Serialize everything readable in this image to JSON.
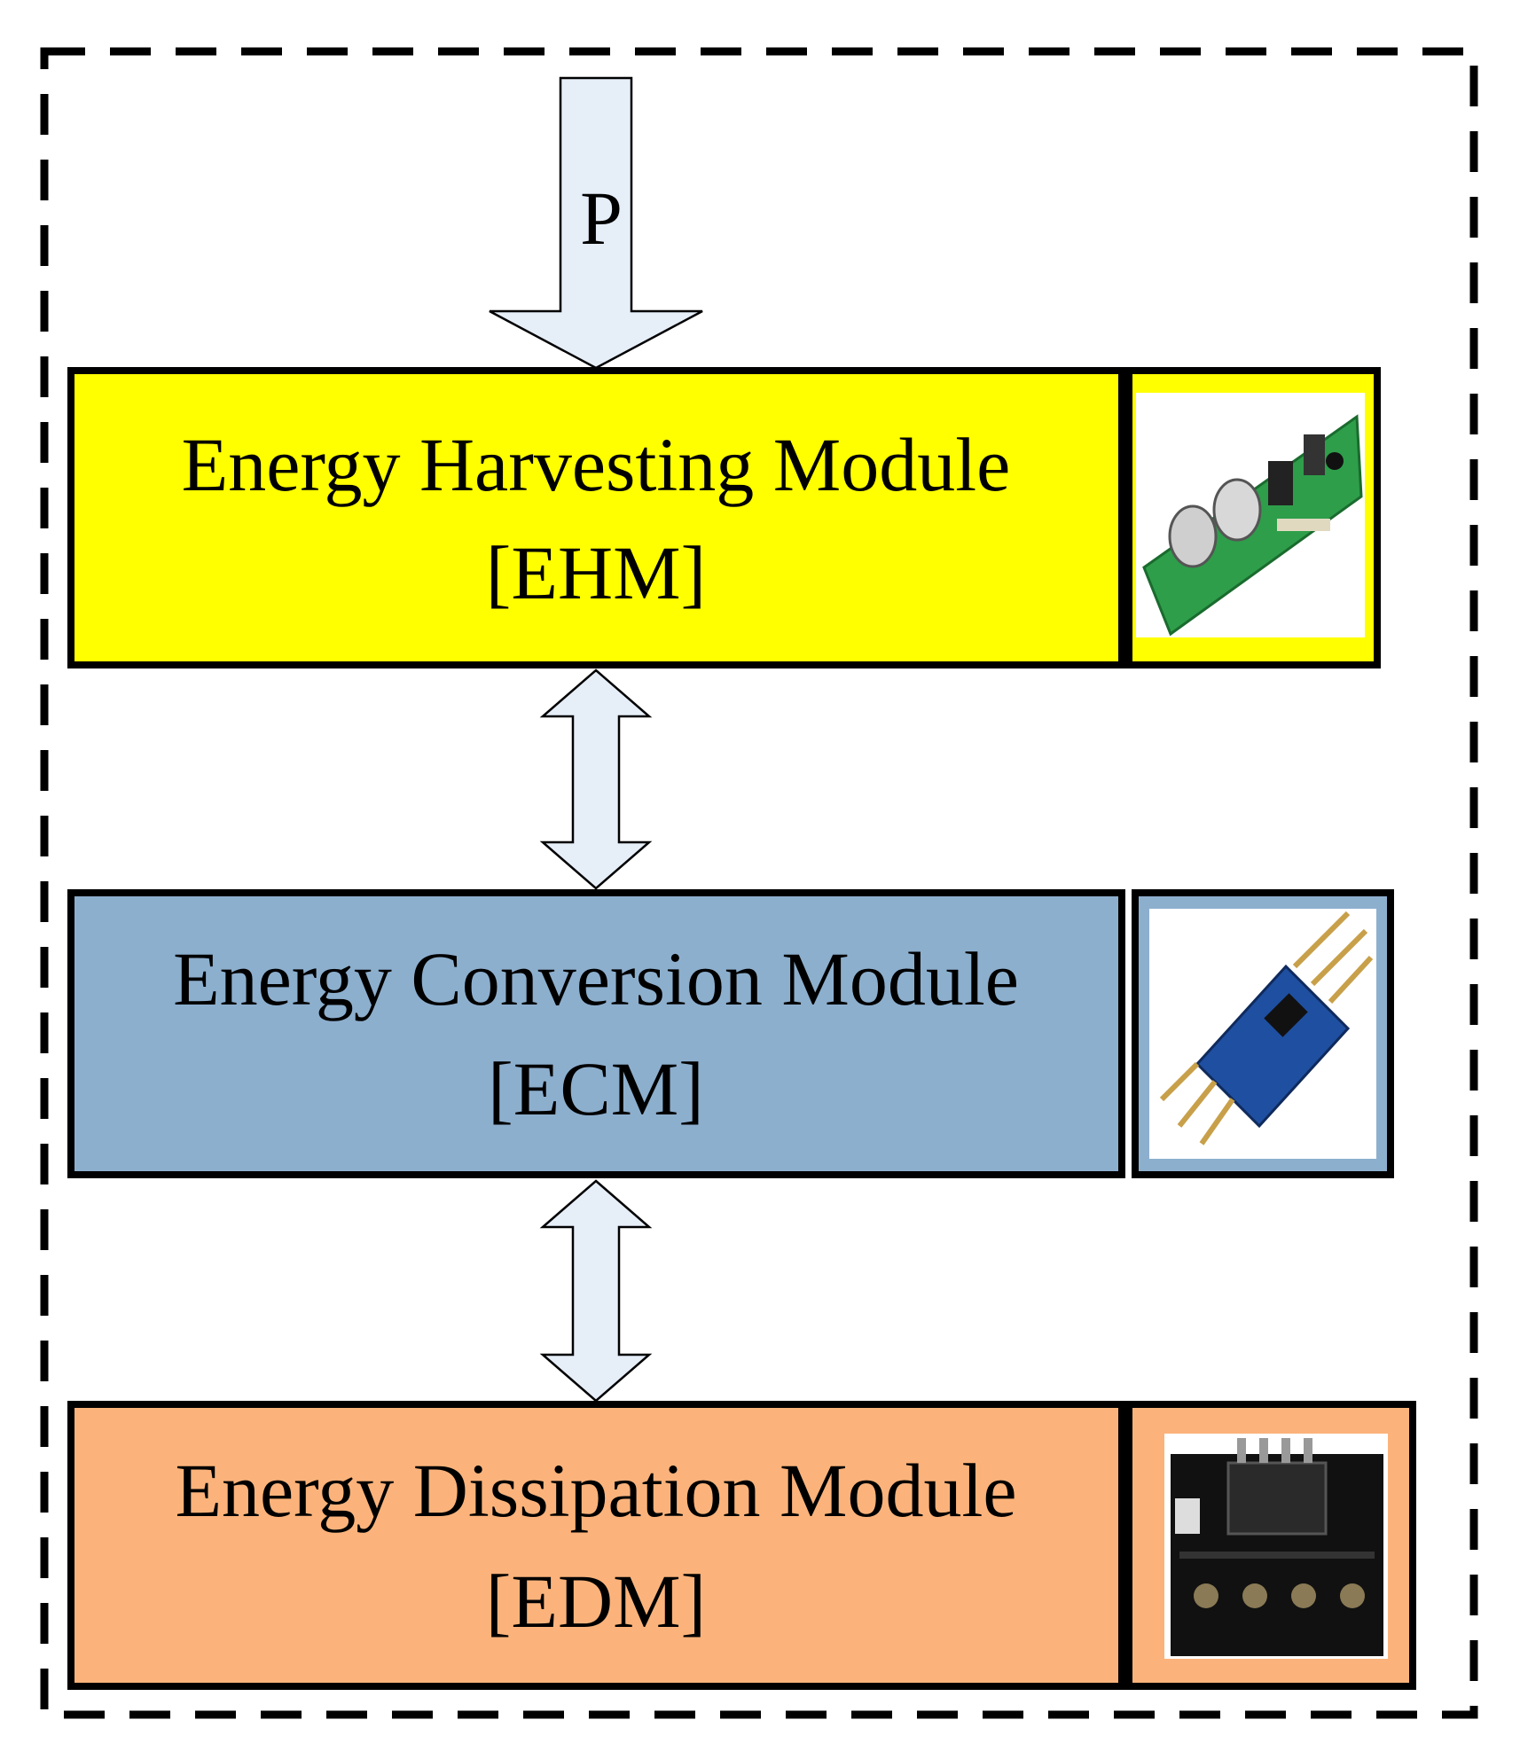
{
  "input_label": "P",
  "modules": [
    {
      "name": "Energy Harvesting Module",
      "abbr": "[EHM]",
      "color": "#ffff00"
    },
    {
      "name": "Energy Conversion Module",
      "abbr": "[ECM]",
      "color": "#8dafce"
    },
    {
      "name": "Energy Dissipation Module",
      "abbr": "[EDM]",
      "color": "#fbb37b"
    }
  ],
  "colors": {
    "arrow_fill": "#e6eef8",
    "outline": "#000000",
    "pcb_green": "#2e9e4a",
    "pcb_blue": "#1f4fa0",
    "pcb_black": "#111111",
    "pin_gold": "#c8a04a"
  }
}
